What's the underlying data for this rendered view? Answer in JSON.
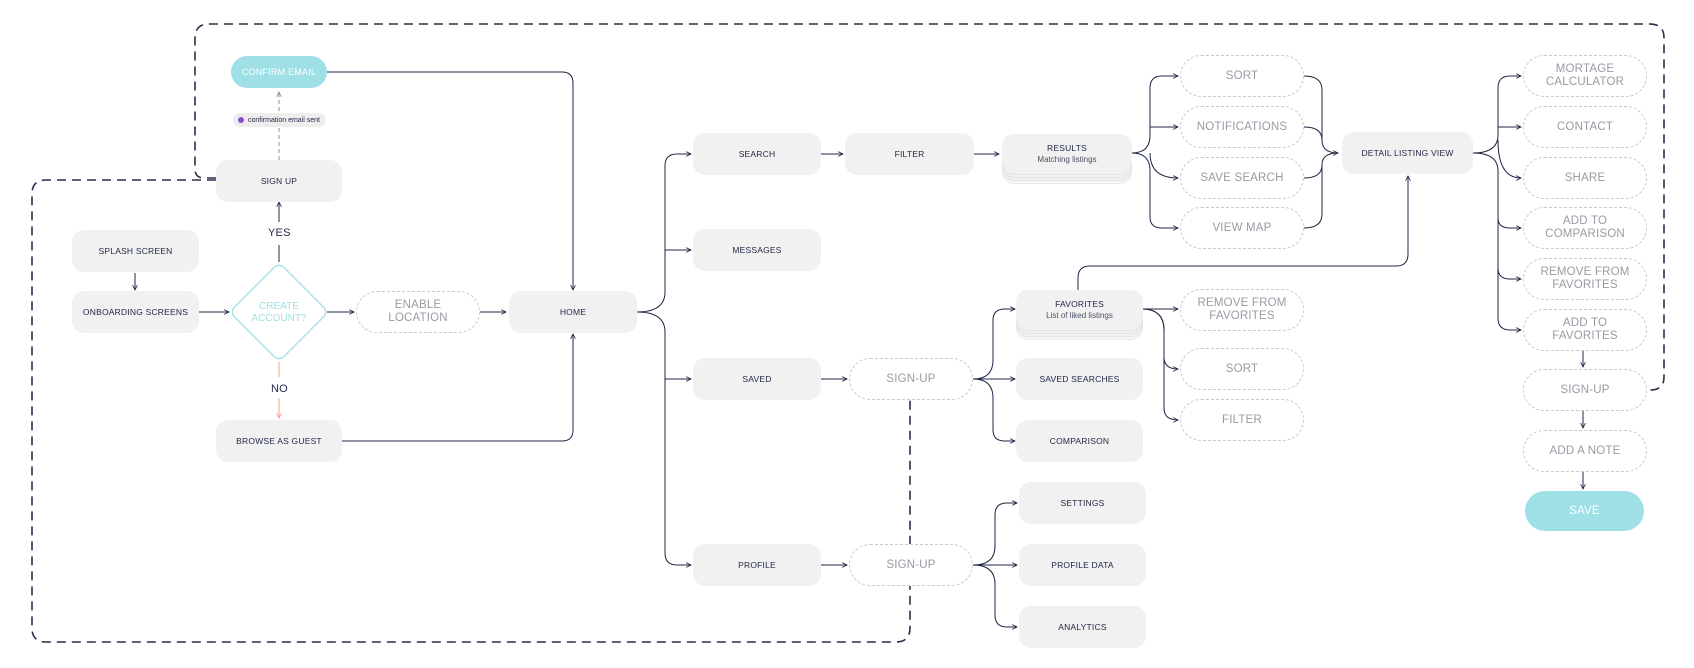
{
  "colors": {
    "node_fill": "#f1f1f1",
    "node_text": "#1f2545",
    "dashed_border": "#c9c9c9",
    "dashed_text": "#9a9aa4",
    "accent": "#9fdfe6",
    "connector": "#1f2545",
    "no_arrow": "#f0a08a",
    "badge_dot": "#8a4fc9"
  },
  "nodes": {
    "confirm_email": "CONFIRM EMAIL",
    "sign_up": "SIGN UP",
    "splash_screen": "SPLASH SCREEN",
    "onboarding_screens": "ONBOARDING SCREENS",
    "create_account_line1": "CREATE",
    "create_account_line2": "ACCOUNT?",
    "enable_location_line1": "ENABLE",
    "enable_location_line2": "LOCATION",
    "browse_as_guest": "BROWSE AS GUEST",
    "home": "HOME",
    "search": "SEARCH",
    "messages": "MESSAGES",
    "saved": "SAVED",
    "profile": "PROFILE",
    "filter": "FILTER",
    "results_title": "RESULTS",
    "results_sub": "Matching listings",
    "sort": "SORT",
    "notifications": "NOTIFICATIONS",
    "save_search": "SAVE SEARCH",
    "view_map": "VIEW MAP",
    "detail_listing_view": "DETAIL LISTING VIEW",
    "mortgage_calculator_line1": "MORTAGE",
    "mortgage_calculator_line2": "CALCULATOR",
    "contact": "CONTACT",
    "share": "SHARE",
    "add_to_comparison_line1": "ADD TO",
    "add_to_comparison_line2": "COMPARISON",
    "remove_from_favorites_line1": "REMOVE FROM",
    "remove_from_favorites_line2": "FAVORITES",
    "add_to_favorites_line1": "ADD TO",
    "add_to_favorites_line2": "FAVORITES",
    "sign_up_detail": "SIGN-UP",
    "add_a_note": "ADD A NOTE",
    "save": "SAVE",
    "saved_sign_up": "SIGN-UP",
    "profile_sign_up": "SIGN-UP",
    "favorites_title": "FAVORITES",
    "favorites_sub": "List of liked listings",
    "saved_searches": "SAVED SEARCHES",
    "comparison": "COMPARISON",
    "fav_remove_line1": "REMOVE FROM",
    "fav_remove_line2": "FAVORITES",
    "fav_sort": "SORT",
    "fav_filter": "FILTER",
    "settings": "SETTINGS",
    "profile_data": "PROFILE DATA",
    "analytics": "ANALYTICS"
  },
  "labels": {
    "yes": "YES",
    "no": "NO",
    "badge": "confirmation email sent"
  }
}
